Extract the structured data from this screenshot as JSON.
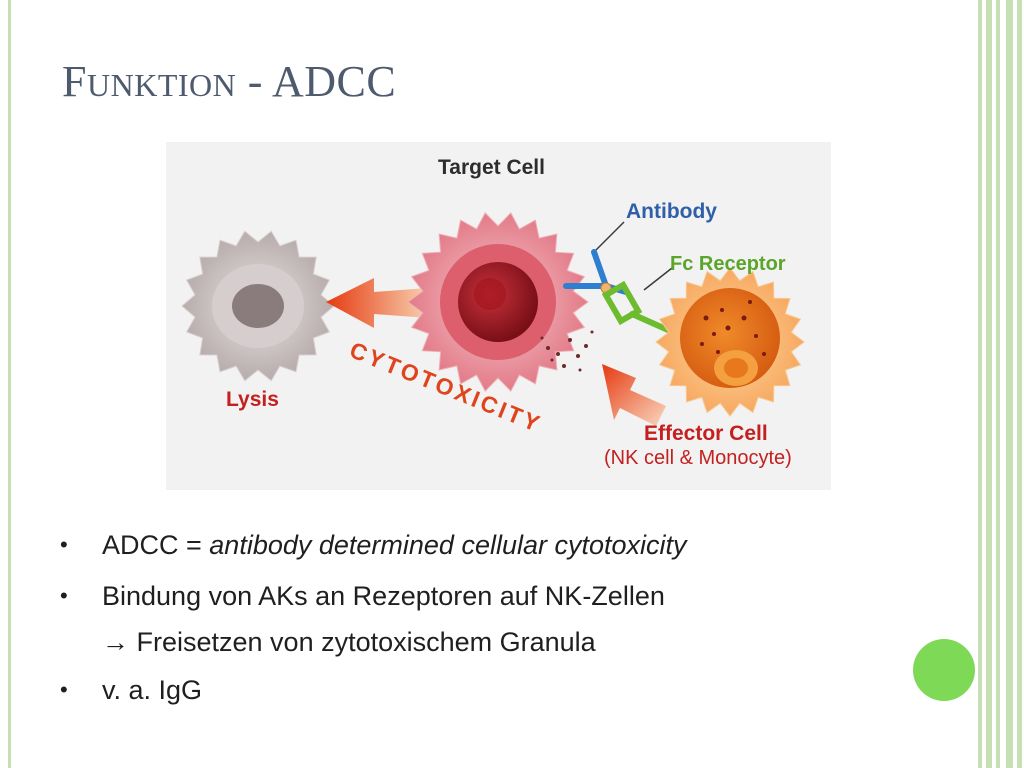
{
  "slide": {
    "title_prefix_initial": "F",
    "title_prefix_rest": "UNKTION",
    "title_rest": " - ADCC"
  },
  "figure": {
    "label_target_cell": "Target Cell",
    "label_antibody": "Antibody",
    "label_fc_receptor": "Fc Receptor",
    "label_lysis": "Lysis",
    "label_cytotoxicity": "CYTOTOXICITY",
    "label_effector_cell": "Effector Cell",
    "label_effector_sub": "(NK cell & Monocyte)"
  },
  "bullets": [
    {
      "text_plain": "ADCC = ",
      "text_italic": "antibody determined cellular cytotoxicity"
    },
    {
      "text": "Bindung von AKs an Rezeptoren auf NK-Zellen",
      "arrow": "→",
      "sub_text": " Freisetzen von zytotoxischem Granula"
    },
    {
      "text": "v. a. IgG"
    }
  ],
  "bullet_symbol": "•",
  "colors": {
    "frame_green": "#c6e0b4",
    "accent_dot": "#7ed957",
    "title_color": "#4e5b6f"
  }
}
